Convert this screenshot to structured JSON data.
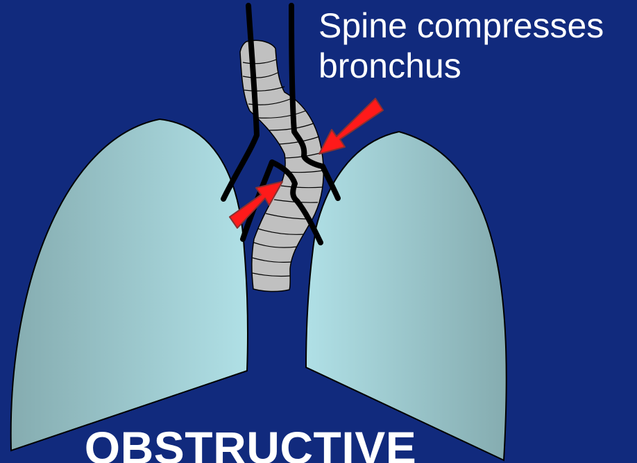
{
  "slide": {
    "caption_line1": "Spine compresses",
    "caption_line2": "bronchus",
    "title": "OBSTRUCTIVE"
  },
  "colors": {
    "background": "#112a7d",
    "lung_fill_light": "#b0e0e6",
    "lung_fill_dark": "#85acb0",
    "trachea_fill": "#c0c0c0",
    "arrow_fill": "#ff2020",
    "spine_line": "#000000",
    "text": "#ffffff"
  }
}
